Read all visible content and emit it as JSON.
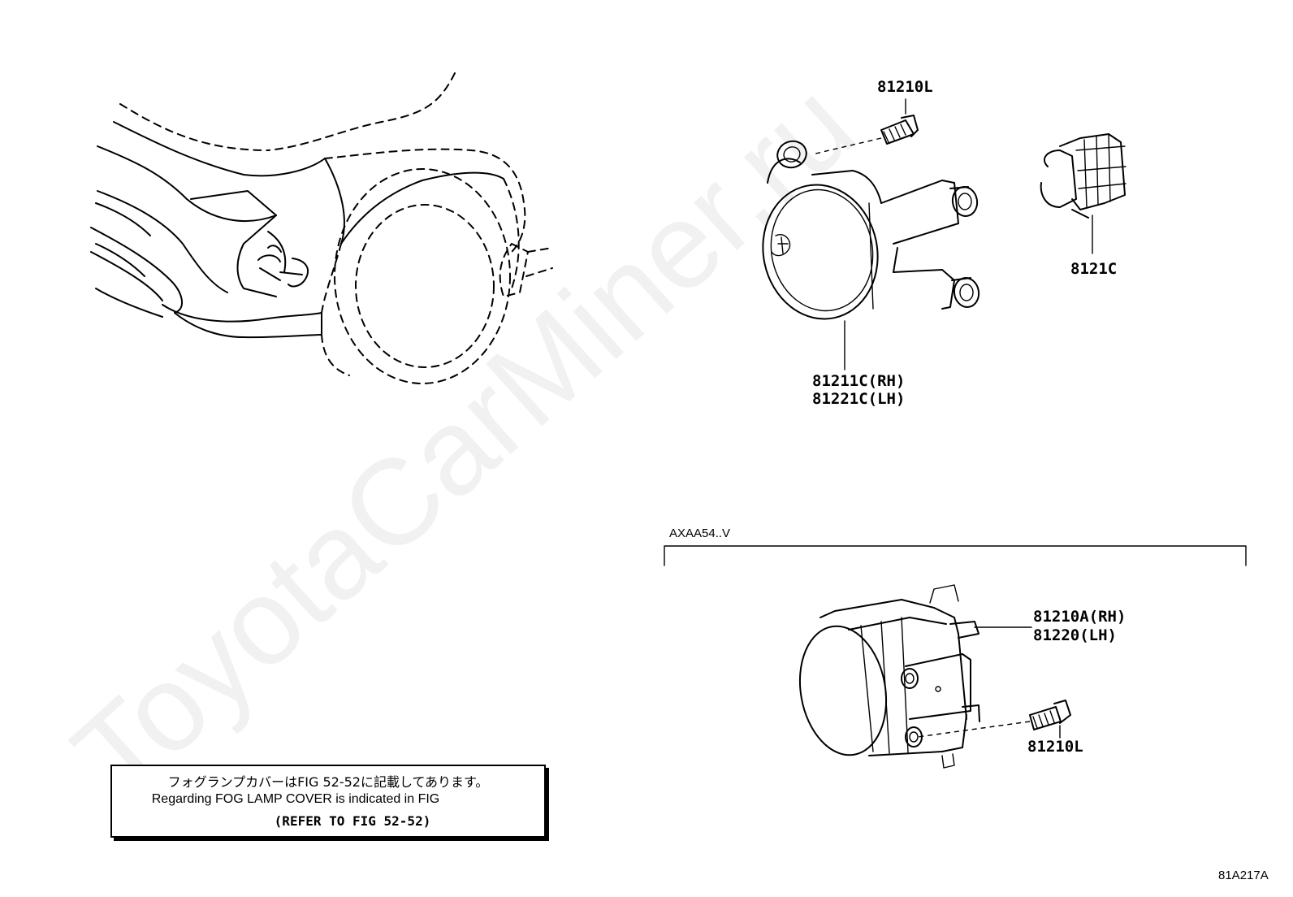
{
  "watermark": "ToyotaCarMiner.ru",
  "parts": {
    "bolt_upper": "81210L",
    "bulb": "8121C",
    "housing_rh": "81211C(RH)",
    "housing_lh": "81221C(LH)",
    "fog_lamp_rh": "81210A(RH)",
    "fog_lamp_lh": "81220(LH)",
    "bolt_lower": "81210L"
  },
  "variant_label": "AXAA54..V",
  "note": {
    "japanese": "フォグランプカバーはFIG 52-52に記載してあります。",
    "english": "Regarding FOG LAMP COVER is indicated in FIG",
    "refer": "(REFER TO FIG 52-52)"
  },
  "figure_code": "81A217A"
}
